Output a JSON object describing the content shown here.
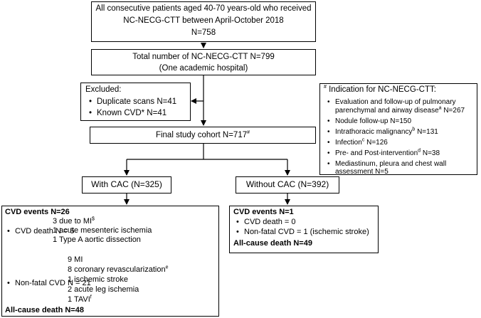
{
  "top_box": {
    "line1": "All consecutive patients aged 40-70 years-old who received",
    "line2": "NC-NECG-CTT between April-October 2018",
    "line3": "N=758"
  },
  "total_box": {
    "line1": "Total number of NC-NECG-CTT N=799",
    "line2": "(One academic hospital)"
  },
  "excluded_box": {
    "title": "Excluded:",
    "items": [
      "Duplicate scans N=41",
      "Known CVD* N=41"
    ]
  },
  "final_box": {
    "label": "Final study cohort N=717",
    "sup": "#"
  },
  "indication_box": {
    "title_mark": "#",
    "title": " Indication for NC-NECG-CTT:",
    "item1a": "Evaluation and follow-up of pulmonary",
    "item1b": "parenchymal and airway disease",
    "item1b_sup": "a",
    "item1b_tail": " N=267",
    "item2": "Nodule follow-up N=150",
    "item3": "Intrathoracic malignancy",
    "item3_sup": "b",
    "item3_tail": " N=131",
    "item4": "Infection",
    "item4_sup": "c",
    "item4_tail": " N=126",
    "item5": "Pre- and Post-intervention",
    "item5_sup": "d",
    "item5_tail": " N=38",
    "item6a": "Mediastinum, pleura and chest wall",
    "item6b": "assessment N=5"
  },
  "with_cac": {
    "label": "With CAC (N=325)"
  },
  "without_cac": {
    "label": "Without CAC (N=392)"
  },
  "left_outcomes": {
    "cvd_events": "CVD events N=26",
    "cvd_death": "CVD death N = 5",
    "death_1": "3 due to MI",
    "death_1_sup": "$",
    "death_2": "1 acute mesenteric ischemia",
    "death_3": "1 Type A aortic dissection",
    "nonfatal": "Non-fatal CVD N = 21",
    "nf_1": "9 MI",
    "nf_2": "8 coronary revascularization",
    "nf_2_sup": "e",
    "nf_3": "1 ischemic stroke",
    "nf_4": "2 acute leg ischemia",
    "nf_5": "1 TAVI",
    "nf_5_sup": "f",
    "all_cause": "All-cause death N=48"
  },
  "right_outcomes": {
    "cvd_events": "CVD events N=1",
    "cvd_death": "CVD death = 0",
    "nonfatal": "Non-fatal CVD = 1 (ischemic stroke)",
    "all_cause": "All-cause death N=49"
  }
}
